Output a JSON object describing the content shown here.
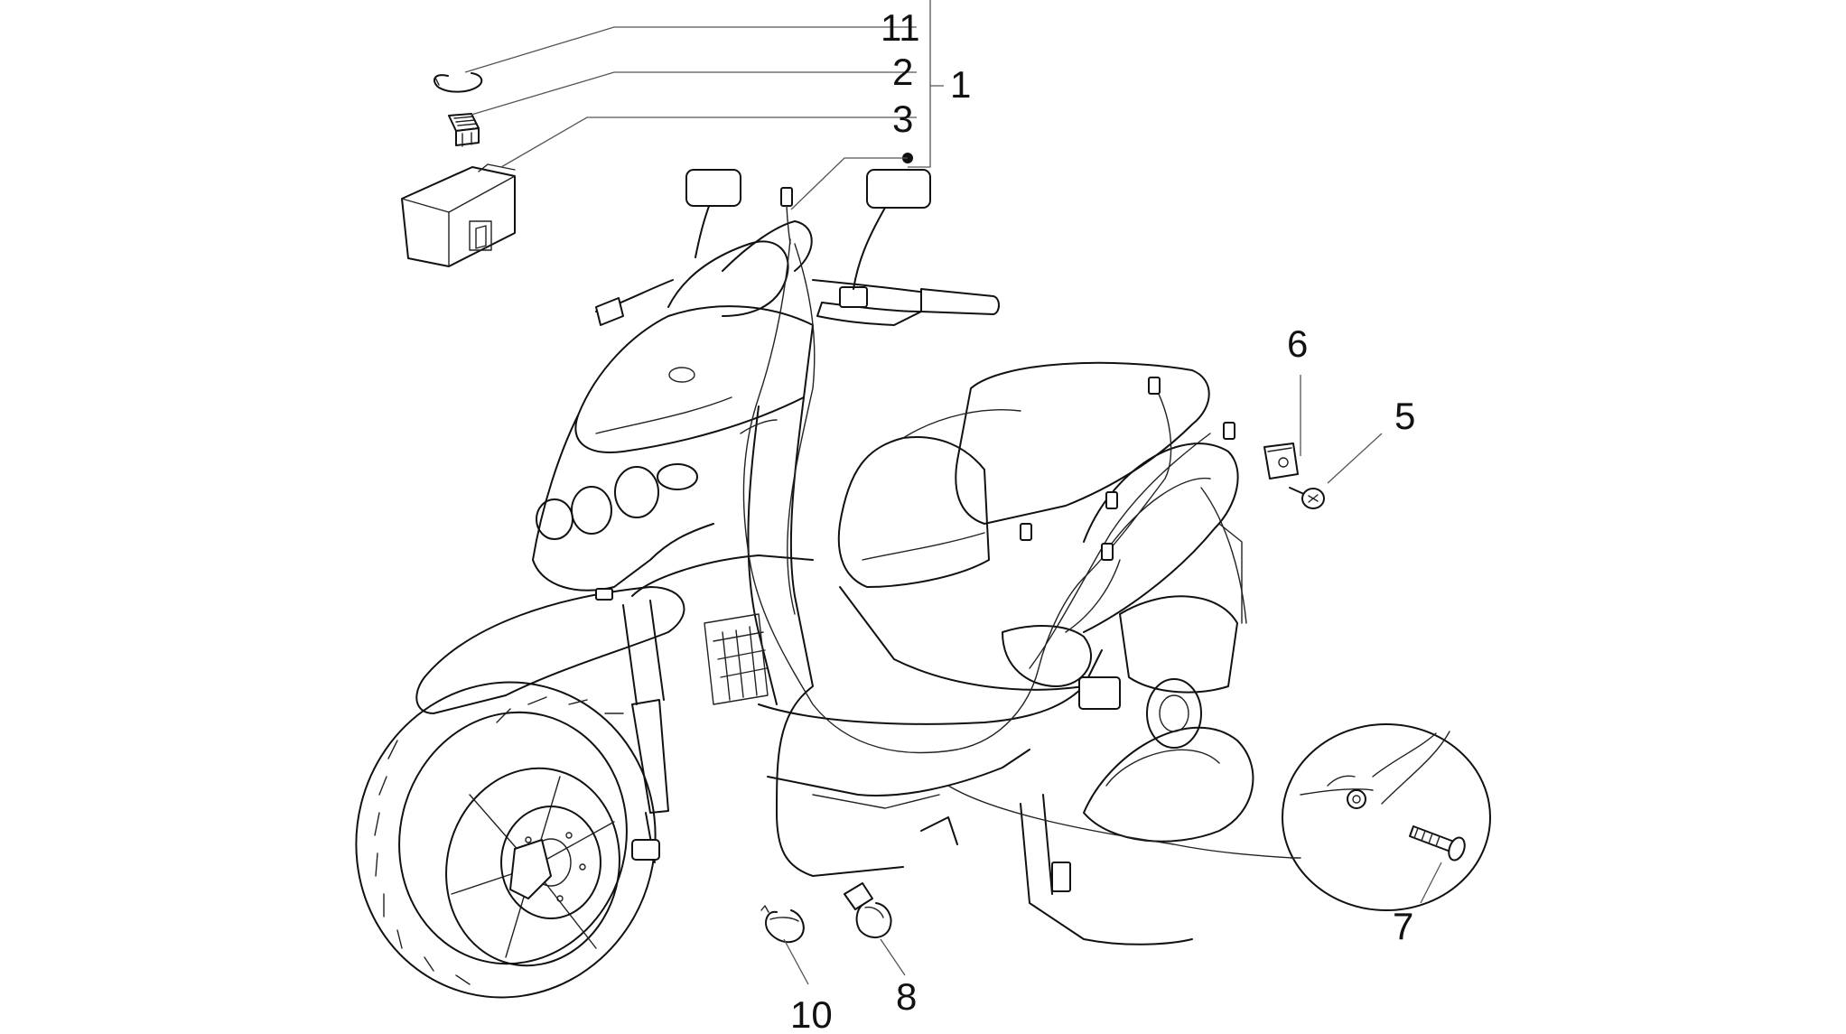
{
  "diagram": {
    "callouts": [
      {
        "id": "c11",
        "label": "11"
      },
      {
        "id": "c2",
        "label": "2"
      },
      {
        "id": "c3",
        "label": "3"
      },
      {
        "id": "c1",
        "label": "1"
      },
      {
        "id": "c6",
        "label": "6"
      },
      {
        "id": "c5",
        "label": "5"
      },
      {
        "id": "c7",
        "label": "7"
      },
      {
        "id": "c8",
        "label": "8"
      },
      {
        "id": "c10",
        "label": "10"
      }
    ]
  }
}
